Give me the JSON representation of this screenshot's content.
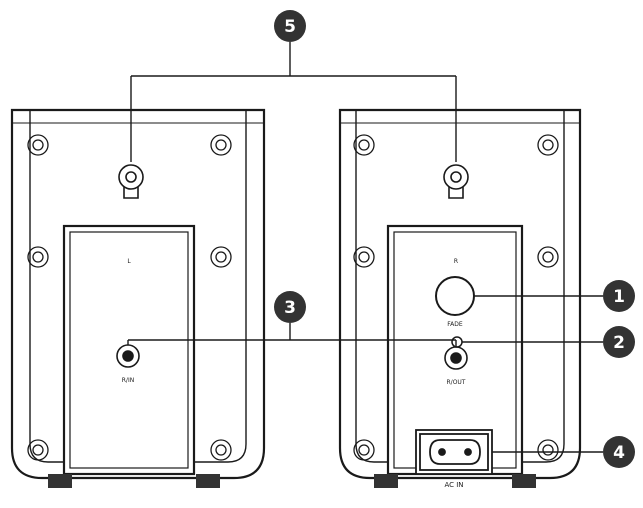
{
  "callouts": [
    {
      "id": "c5",
      "label": "5"
    },
    {
      "id": "c3",
      "label": "3"
    },
    {
      "id": "c1",
      "label": "1"
    },
    {
      "id": "c2",
      "label": "2"
    },
    {
      "id": "c4",
      "label": "4"
    }
  ],
  "left_speaker": {
    "top_label": "L",
    "jack_label": "R/IN"
  },
  "right_speaker": {
    "top_label": "R",
    "knob_label": "FADE",
    "jack_label": "R/OUT",
    "power_label": "AC IN"
  },
  "colors": {
    "line": "#1a1a1a",
    "callout_fill": "#333333",
    "callout_text": "#ffffff",
    "panel_fill": "#ffffff"
  }
}
